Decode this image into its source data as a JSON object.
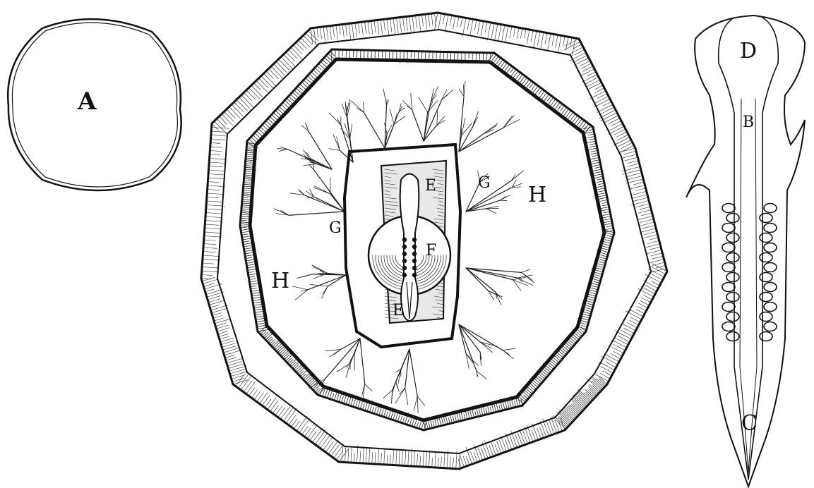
{
  "figure": {
    "labels": {
      "A": "A",
      "B": "B",
      "C": "C",
      "D": "D",
      "E_top": "E",
      "E_bottom": "E",
      "F": "F",
      "G_left": "G",
      "G_right": "G",
      "H_left": "H",
      "H_right": "H"
    },
    "colors": {
      "ink": "#111111",
      "paper": "#ffffff"
    }
  }
}
